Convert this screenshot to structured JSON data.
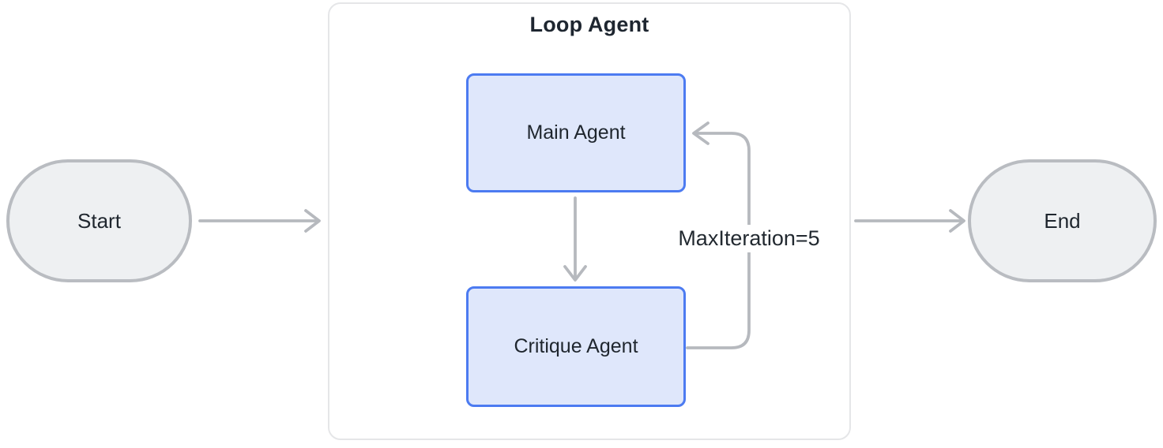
{
  "container": {
    "title": "Loop Agent"
  },
  "nodes": {
    "start": {
      "label": "Start",
      "shape": "pill"
    },
    "main_agent": {
      "label": "Main Agent",
      "shape": "rounded-rect"
    },
    "critique_agent": {
      "label": "Critique Agent",
      "shape": "rounded-rect"
    },
    "end": {
      "label": "End",
      "shape": "pill"
    }
  },
  "edges": [
    {
      "from": "start",
      "to": "loop_agent_container",
      "label": ""
    },
    {
      "from": "main_agent",
      "to": "critique_agent",
      "label": ""
    },
    {
      "from": "critique_agent",
      "to": "main_agent",
      "label": "MaxIteration=5",
      "type": "loop-back"
    },
    {
      "from": "loop_agent_container",
      "to": "end",
      "label": ""
    }
  ],
  "loop_edge": {
    "label": "MaxIteration=5"
  },
  "colors": {
    "background": "#ffffff",
    "terminal_fill": "#eef0f2",
    "terminal_border": "#b9bcc1",
    "agent_fill": "#dfe7fb",
    "agent_border": "#4c7bf1",
    "container_border": "#e5e6e8",
    "arrow": "#b6b9be",
    "text": "#1f262e"
  }
}
